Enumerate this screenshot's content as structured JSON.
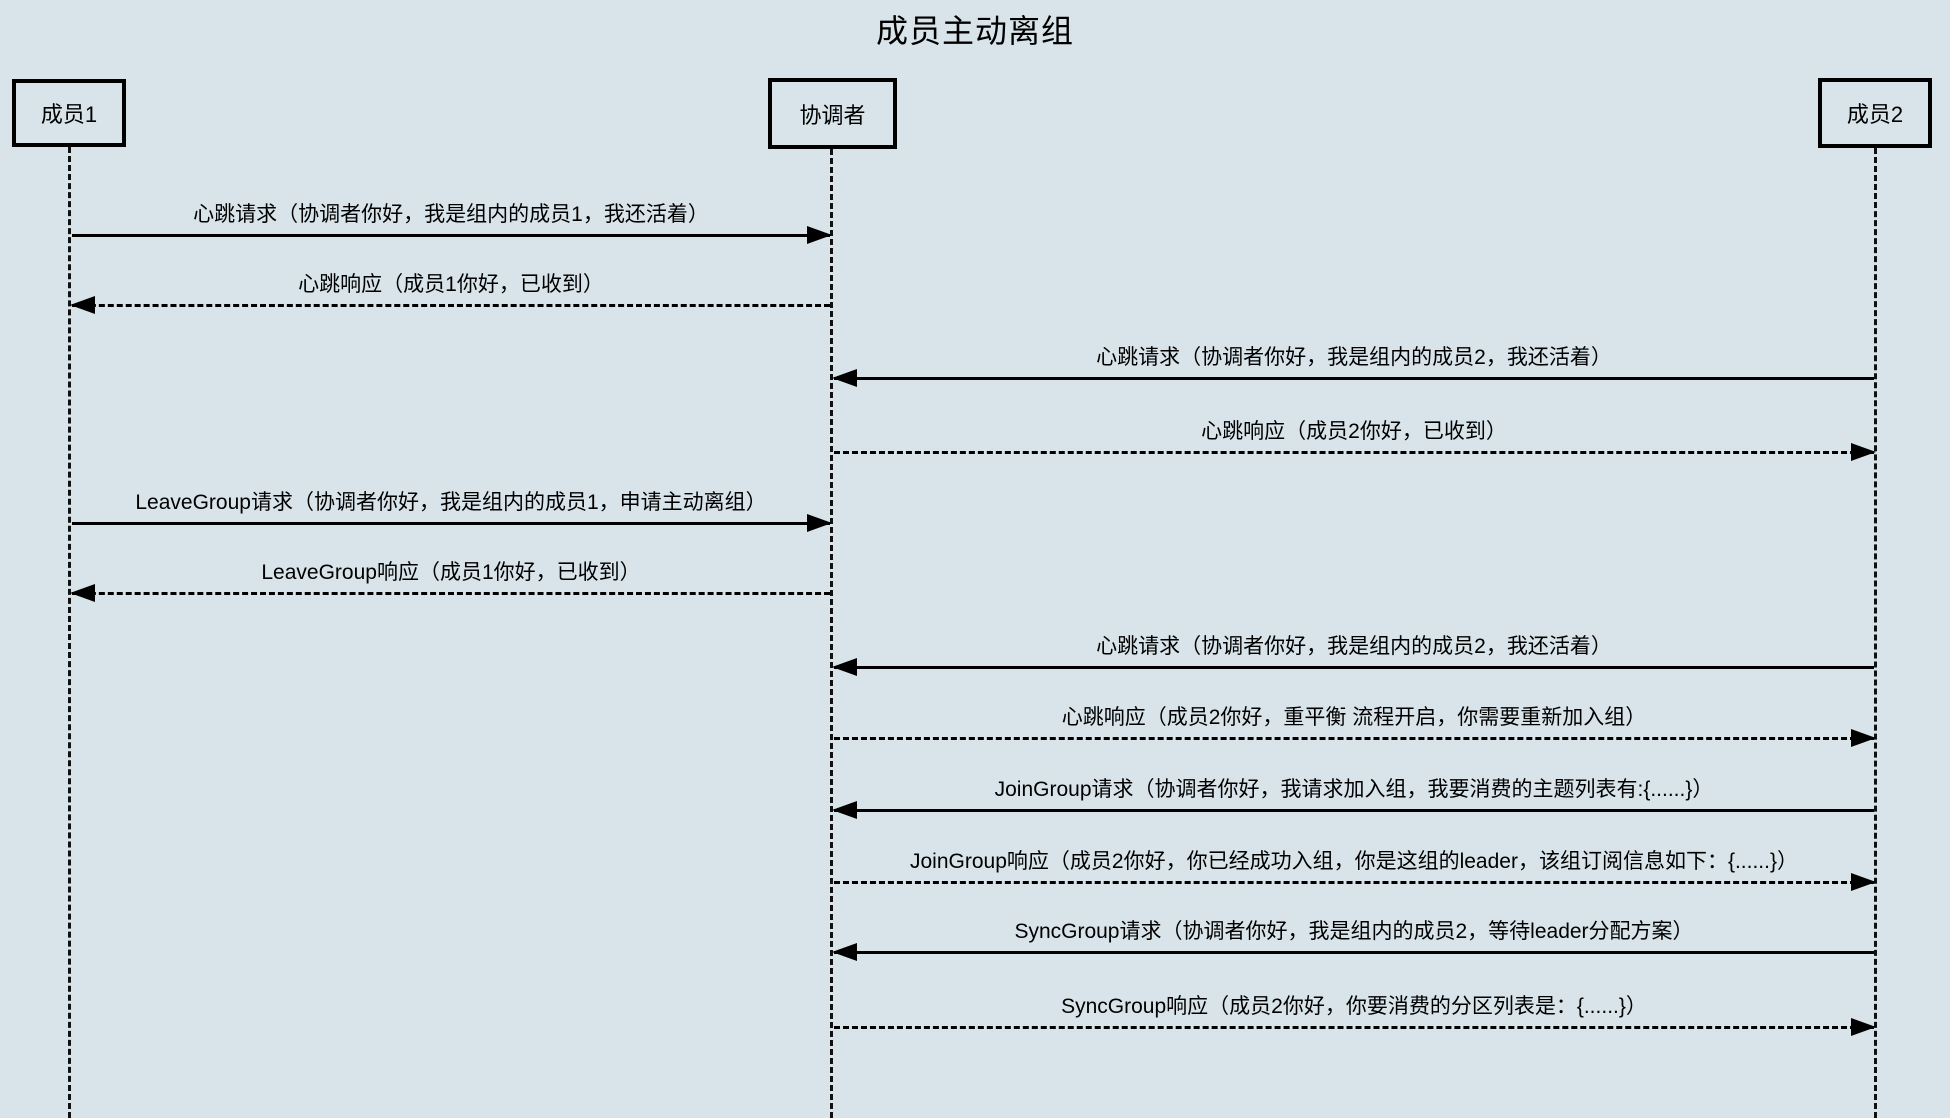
{
  "title": "成员主动离组",
  "participants": [
    {
      "id": "member1",
      "label": "成员1"
    },
    {
      "id": "coordinator",
      "label": "协调者"
    },
    {
      "id": "member2",
      "label": "成员2"
    }
  ],
  "messages": [
    {
      "from": "成员1",
      "to": "协调者",
      "line": "solid",
      "label": "心跳请求（协调者你好，我是组内的成员1，我还活着）"
    },
    {
      "from": "协调者",
      "to": "成员1",
      "line": "dashed",
      "label": "心跳响应（成员1你好，已收到）"
    },
    {
      "from": "成员2",
      "to": "协调者",
      "line": "solid",
      "label": "心跳请求（协调者你好，我是组内的成员2，我还活着）"
    },
    {
      "from": "协调者",
      "to": "成员2",
      "line": "dashed",
      "label": "心跳响应（成员2你好，已收到）"
    },
    {
      "from": "成员1",
      "to": "协调者",
      "line": "solid",
      "label": "LeaveGroup请求（协调者你好，我是组内的成员1，申请主动离组）"
    },
    {
      "from": "协调者",
      "to": "成员1",
      "line": "dashed",
      "label": "LeaveGroup响应（成员1你好，已收到）"
    },
    {
      "from": "成员2",
      "to": "协调者",
      "line": "solid",
      "label": "心跳请求（协调者你好，我是组内的成员2，我还活着）"
    },
    {
      "from": "协调者",
      "to": "成员2",
      "line": "dashed",
      "label": "心跳响应（成员2你好，重平衡 流程开启，你需要重新加入组）"
    },
    {
      "from": "成员2",
      "to": "协调者",
      "line": "solid",
      "label": "JoinGroup请求（协调者你好，我请求加入组，我要消费的主题列表有:{......}）"
    },
    {
      "from": "协调者",
      "to": "成员2",
      "line": "dashed",
      "label": "JoinGroup响应（成员2你好，你已经成功入组，你是这组的leader，该组订阅信息如下：{......}）"
    },
    {
      "from": "成员2",
      "to": "协调者",
      "line": "solid",
      "label": "SyncGroup请求（协调者你好，我是组内的成员2，等待leader分配方案）"
    },
    {
      "from": "协调者",
      "to": "成员2",
      "line": "dashed",
      "label": "SyncGroup响应（成员2你好，你要消费的分区列表是：{......}）"
    }
  ],
  "colors": {
    "background": "#d8e4e9",
    "line": "#000000"
  }
}
